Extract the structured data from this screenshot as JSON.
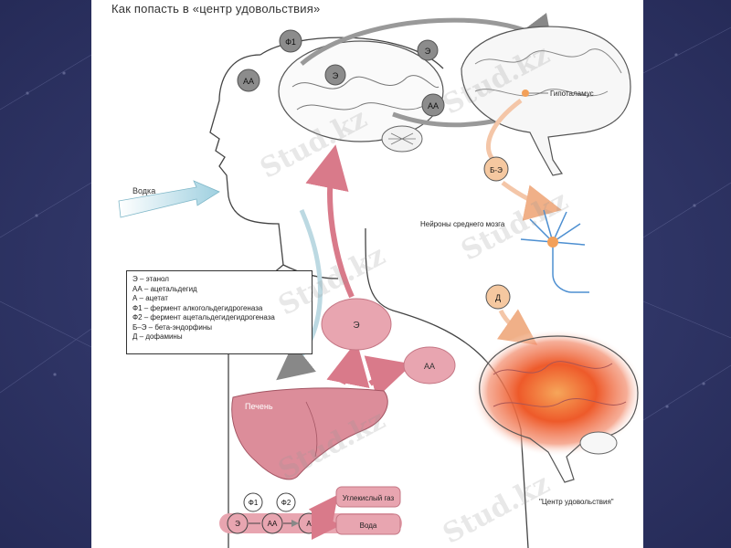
{
  "title": "Как попасть в «центр удовольствия»",
  "labels": {
    "vodka": "Водка",
    "hypothalamus": "Гипоталамус",
    "neurons": "Нейроны среднего мозга",
    "liver": "Печень",
    "pleasure_center": "\"Центр удовольствия\"",
    "co2": "Углекислый газ",
    "water": "Вода"
  },
  "nodes": {
    "f1_top": "Ф1",
    "e_head": "Э",
    "aa_head": "АА",
    "e_right": "Э",
    "aa_right": "АА",
    "be": "Б-Э",
    "d": "Д",
    "e_body": "Э",
    "aa_body": "АА",
    "f1_bottom": "Ф1",
    "f2_bottom": "Ф2",
    "e_chain": "Э",
    "aa_chain": "АА",
    "a_chain": "А"
  },
  "legend": [
    "Э – этанол",
    "АА – ацетальдегид",
    "А – ацетат",
    "Ф1 – фермент алкогольдегидрогеназа",
    "Ф2 – фермент ацетальдегидегидрогеназа",
    "Б–Э – бета-эндорфины",
    "Д – дофамины"
  ],
  "watermarks": [
    "Stud.kz",
    "Stud.kz",
    "Stud.kz",
    "Stud.kz",
    "Stud.kz",
    "Stud.kz"
  ],
  "colors": {
    "background": "#2f3566",
    "gray_node": "#8c8c8c",
    "pink_node": "#e8a5b0",
    "liver": "#dc8d9a",
    "arrow_pink": "#d97a8a",
    "orange_node": "#f5c8a0",
    "hot": "#ee5a2a"
  }
}
